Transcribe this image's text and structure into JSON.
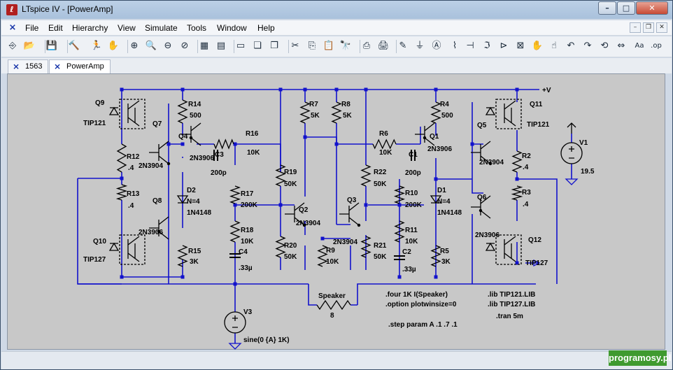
{
  "window": {
    "title": "LTspice IV - [PowerAmp]",
    "app_icon": "ltspice-logo-icon",
    "buttons": {
      "minimize": "–",
      "maximize": "□",
      "close": "✕"
    }
  },
  "menubar": {
    "items": [
      "File",
      "Edit",
      "Hierarchy",
      "View",
      "Simulate",
      "Tools",
      "Window",
      "Help"
    ],
    "mdi_buttons": [
      "–",
      "❐",
      "✕"
    ]
  },
  "toolbar": {
    "icons": [
      {
        "name": "new-schematic-icon",
        "glyph": "⎆"
      },
      {
        "name": "open-icon",
        "glyph": "📂"
      },
      {
        "name": "save-icon",
        "glyph": "💾"
      },
      {
        "name": "control-panel-icon",
        "glyph": "🔨"
      },
      {
        "name": "run-icon",
        "glyph": "🏃"
      },
      {
        "name": "pan-icon",
        "glyph": "✋"
      },
      {
        "name": "zoom-in-icon",
        "glyph": "⊕"
      },
      {
        "name": "zoom-pan-icon",
        "glyph": "🔍"
      },
      {
        "name": "zoom-out-icon",
        "glyph": "⊖"
      },
      {
        "name": "zoom-fit-icon",
        "glyph": "⊘"
      },
      {
        "name": "autorange-icon",
        "glyph": "▦"
      },
      {
        "name": "grid-icon",
        "glyph": "▤"
      },
      {
        "name": "tile-horizontal-icon",
        "glyph": "▭"
      },
      {
        "name": "cascade-icon",
        "glyph": "❏"
      },
      {
        "name": "tile-vertical-icon",
        "glyph": "❐"
      },
      {
        "name": "cut-icon",
        "glyph": "✂"
      },
      {
        "name": "copy-icon",
        "glyph": "⎘"
      },
      {
        "name": "paste-icon",
        "glyph": "📋"
      },
      {
        "name": "find-icon",
        "glyph": "🔭"
      },
      {
        "name": "print-preview-icon",
        "glyph": "⎙"
      },
      {
        "name": "print-icon",
        "glyph": "🖨"
      },
      {
        "name": "draw-wire-icon",
        "glyph": "✎"
      },
      {
        "name": "ground-icon",
        "glyph": "⏚"
      },
      {
        "name": "label-net-icon",
        "glyph": "Ⓐ"
      },
      {
        "name": "resistor-icon",
        "glyph": "⌇"
      },
      {
        "name": "capacitor-icon",
        "glyph": "⊣"
      },
      {
        "name": "inductor-icon",
        "glyph": "ℑ"
      },
      {
        "name": "diode-icon",
        "glyph": "⊳"
      },
      {
        "name": "component-icon",
        "glyph": "⊠"
      },
      {
        "name": "move-icon",
        "glyph": "✋"
      },
      {
        "name": "drag-icon",
        "glyph": "☝"
      },
      {
        "name": "undo-icon",
        "glyph": "↶"
      },
      {
        "name": "redo-icon",
        "glyph": "↷"
      },
      {
        "name": "rotate-icon",
        "glyph": "⟲"
      },
      {
        "name": "mirror-icon",
        "glyph": "⇔"
      },
      {
        "name": "text-icon",
        "glyph": "Aa"
      },
      {
        "name": "spice-directive-icon",
        "glyph": ".op"
      }
    ]
  },
  "tabs": [
    {
      "label": "1563",
      "active": false
    },
    {
      "label": "PowerAmp",
      "active": true
    }
  ],
  "schematic": {
    "wire_color": "#1212cc",
    "text_color": "#000000",
    "supply_label": "+V",
    "components": {
      "Q9": {
        "name": "Q9",
        "model": "TIP121"
      },
      "Q10": {
        "name": "Q10",
        "model": "TIP127"
      },
      "Q11": {
        "name": "Q11",
        "model": "TIP121"
      },
      "Q12": {
        "name": "Q12",
        "model": "TIP127"
      },
      "Q7": {
        "name": "Q7",
        "model": "2N3904"
      },
      "Q8": {
        "name": "Q8",
        "model": "2N3906"
      },
      "Q4": {
        "name": "Q4",
        "model": "2N3906"
      },
      "Q1": {
        "name": "Q1",
        "model": "2N3906"
      },
      "Q5": {
        "name": "Q5",
        "model": "2N3904"
      },
      "Q6": {
        "name": "Q6",
        "model": "2N3906"
      },
      "Q2": {
        "name": "Q2",
        "model": "2N3904"
      },
      "Q3": {
        "name": "Q3",
        "model": "2N3904"
      },
      "R14": {
        "name": "R14",
        "value": "500"
      },
      "R16": {
        "name": "R16",
        "value": "10K"
      },
      "R7": {
        "name": "R7",
        "value": "5K"
      },
      "R8": {
        "name": "R8",
        "value": "5K"
      },
      "R6": {
        "name": "R6",
        "value": "10K"
      },
      "R4": {
        "name": "R4",
        "value": "500"
      },
      "R12": {
        "name": "R12",
        "value": ".4"
      },
      "R13": {
        "name": "R13",
        "value": ".4"
      },
      "R2": {
        "name": "R2",
        "value": ".4"
      },
      "R3": {
        "name": "R3",
        "value": ".4"
      },
      "R19": {
        "name": "R19",
        "value": "50K"
      },
      "R22": {
        "name": "R22",
        "value": "50K"
      },
      "R17": {
        "name": "R17",
        "value": "200K"
      },
      "R10": {
        "name": "R10",
        "value": "200K"
      },
      "R18": {
        "name": "R18",
        "value": "10K"
      },
      "R11": {
        "name": "R11",
        "value": "10K"
      },
      "R20": {
        "name": "R20",
        "value": "50K"
      },
      "R9": {
        "name": "R9",
        "value": "10K"
      },
      "R21": {
        "name": "R21",
        "value": "50K"
      },
      "R15": {
        "name": "R15",
        "value": "3K"
      },
      "R5": {
        "name": "R5",
        "value": "3K"
      },
      "C3": {
        "name": "C3",
        "value": "200p"
      },
      "C1": {
        "name": "C1",
        "value": "200p"
      },
      "C4": {
        "name": "C4",
        "value": ".33µ"
      },
      "C2": {
        "name": "C2",
        "value": ".33µ"
      },
      "D2": {
        "name": "D2",
        "param": "N=4",
        "model": "1N4148"
      },
      "D1": {
        "name": "D1",
        "param": "N=4",
        "model": "1N4148"
      },
      "V1": {
        "name": "V1",
        "value": "19.5"
      },
      "V3": {
        "name": "V3",
        "value": "sine(0 {A} 1K)"
      },
      "Speaker": {
        "name": "Speaker",
        "value": "8"
      }
    },
    "directives": [
      ".four 1K I(Speaker)",
      ".option plotwinsize=0",
      ".step param A .1 .7 .1",
      ".lib TIP121.LIB",
      ".lib TIP127.LIB",
      ".tran 5m"
    ]
  },
  "watermark": "programosy.pl"
}
